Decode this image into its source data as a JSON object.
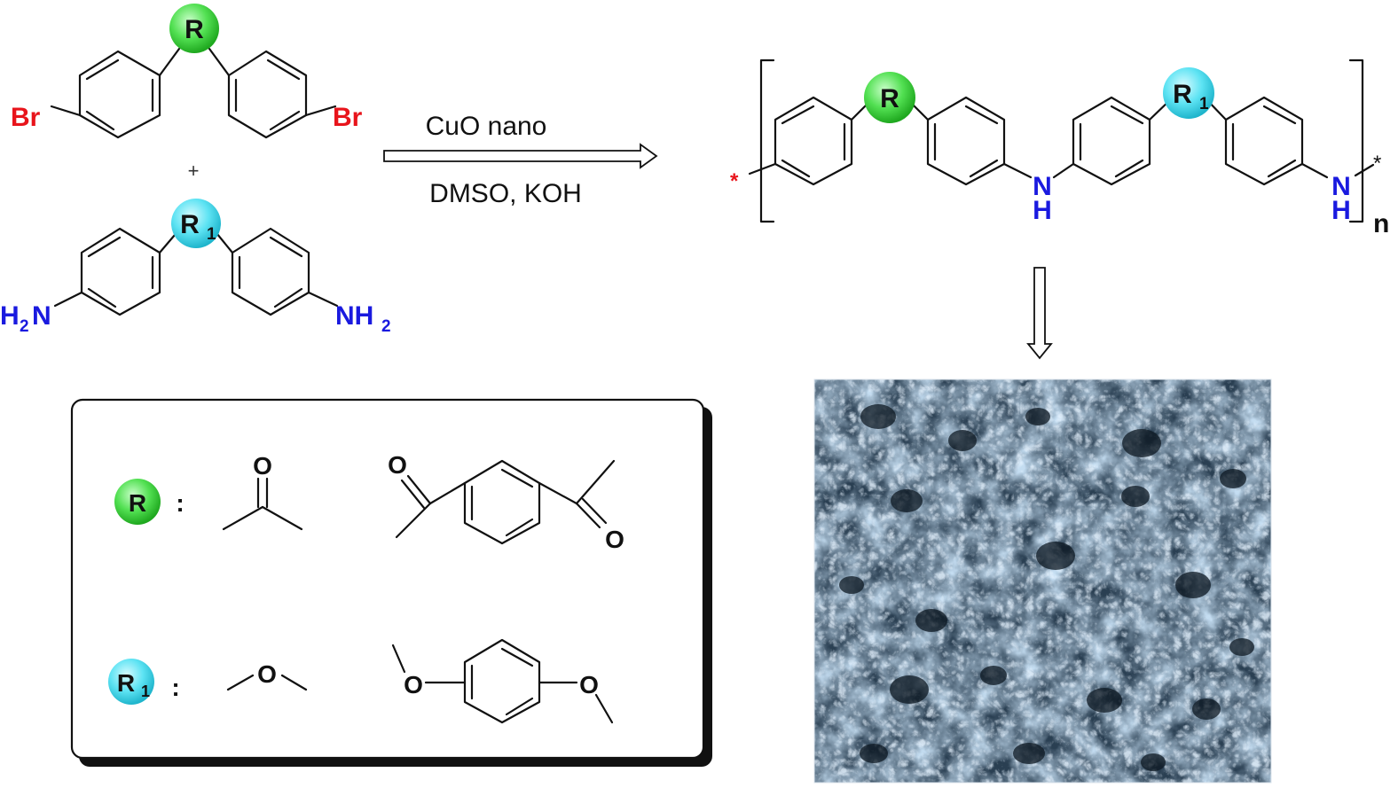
{
  "colors": {
    "bromine": "#e8141b",
    "nitrogen": "#1a1adf",
    "R_circle": "#33d633",
    "R1_circle": "#36d9ee",
    "star_red": "#e8141b",
    "sem_base": "#4a6a88"
  },
  "reactants": {
    "dibromo": {
      "R": "R",
      "Br_left": "Br",
      "Br_right": "Br"
    },
    "plus": "+",
    "diamine": {
      "R": "R",
      "R_sub": "1",
      "NH2_left_H": "H",
      "NH2_left_sub": "2",
      "NH2_left_N": "N",
      "NH2_right": "NH",
      "NH2_right_sub": "2"
    }
  },
  "reaction": {
    "reagent_top": "CuO nano",
    "reagent_bottom": "DMSO, KOH"
  },
  "polymer": {
    "R": "R",
    "R1": "R",
    "R1_sub": "1",
    "N1": "N",
    "H1": "H",
    "N2": "N",
    "H2": "H",
    "repeat": "n",
    "star": "*"
  },
  "legend": {
    "R_label": "R",
    "R1_label": "R",
    "R1_sub": "1",
    "colon": ":",
    "ketone_O": "O",
    "diacetyl_O_top": "O",
    "diacetyl_O_bottom": "O",
    "ether_O": "O",
    "diether_O_left": "O",
    "diether_O_right": "O"
  },
  "sem_image": {
    "icon": "sem-micrograph-nanofiber-network"
  }
}
